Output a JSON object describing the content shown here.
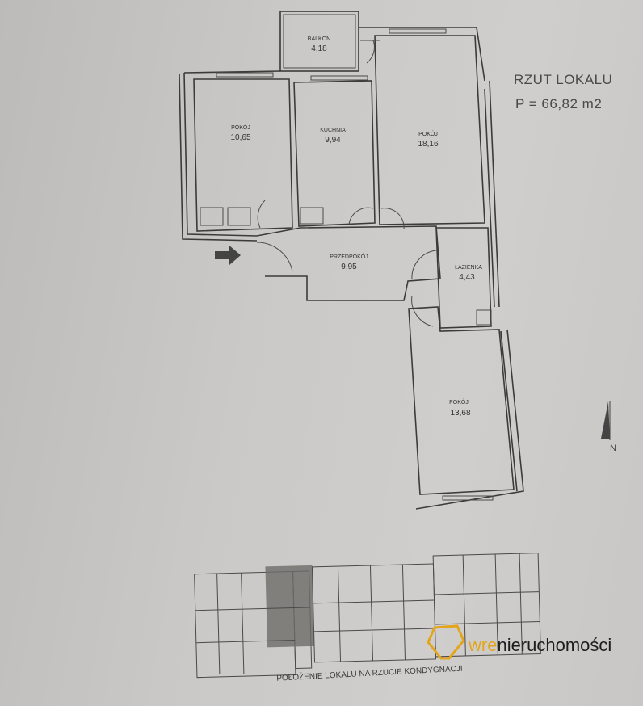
{
  "plan": {
    "title": "RZUT LOKALU",
    "area": "P = 66,82 m2",
    "rooms": [
      {
        "name": "BALKON",
        "area": "4,18"
      },
      {
        "name": "POKÓJ",
        "area": "10,65"
      },
      {
        "name": "KUCHNIA",
        "area": "9,94"
      },
      {
        "name": "POKÓJ",
        "area": "18,16"
      },
      {
        "name": "PRZEDPOKÓJ",
        "area": "9,95"
      },
      {
        "name": "ŁAZIENKA",
        "area": "4,43"
      },
      {
        "name": "POKÓJ",
        "area": "13,68"
      }
    ],
    "north_label": "N"
  },
  "location": {
    "caption": "POŁOŻENIE LOKALU NA RZUCIE KONDYGNACJI"
  },
  "watermark": {
    "accent": "wre",
    "rest": "nieruchomości",
    "color": "#e3a51c"
  }
}
